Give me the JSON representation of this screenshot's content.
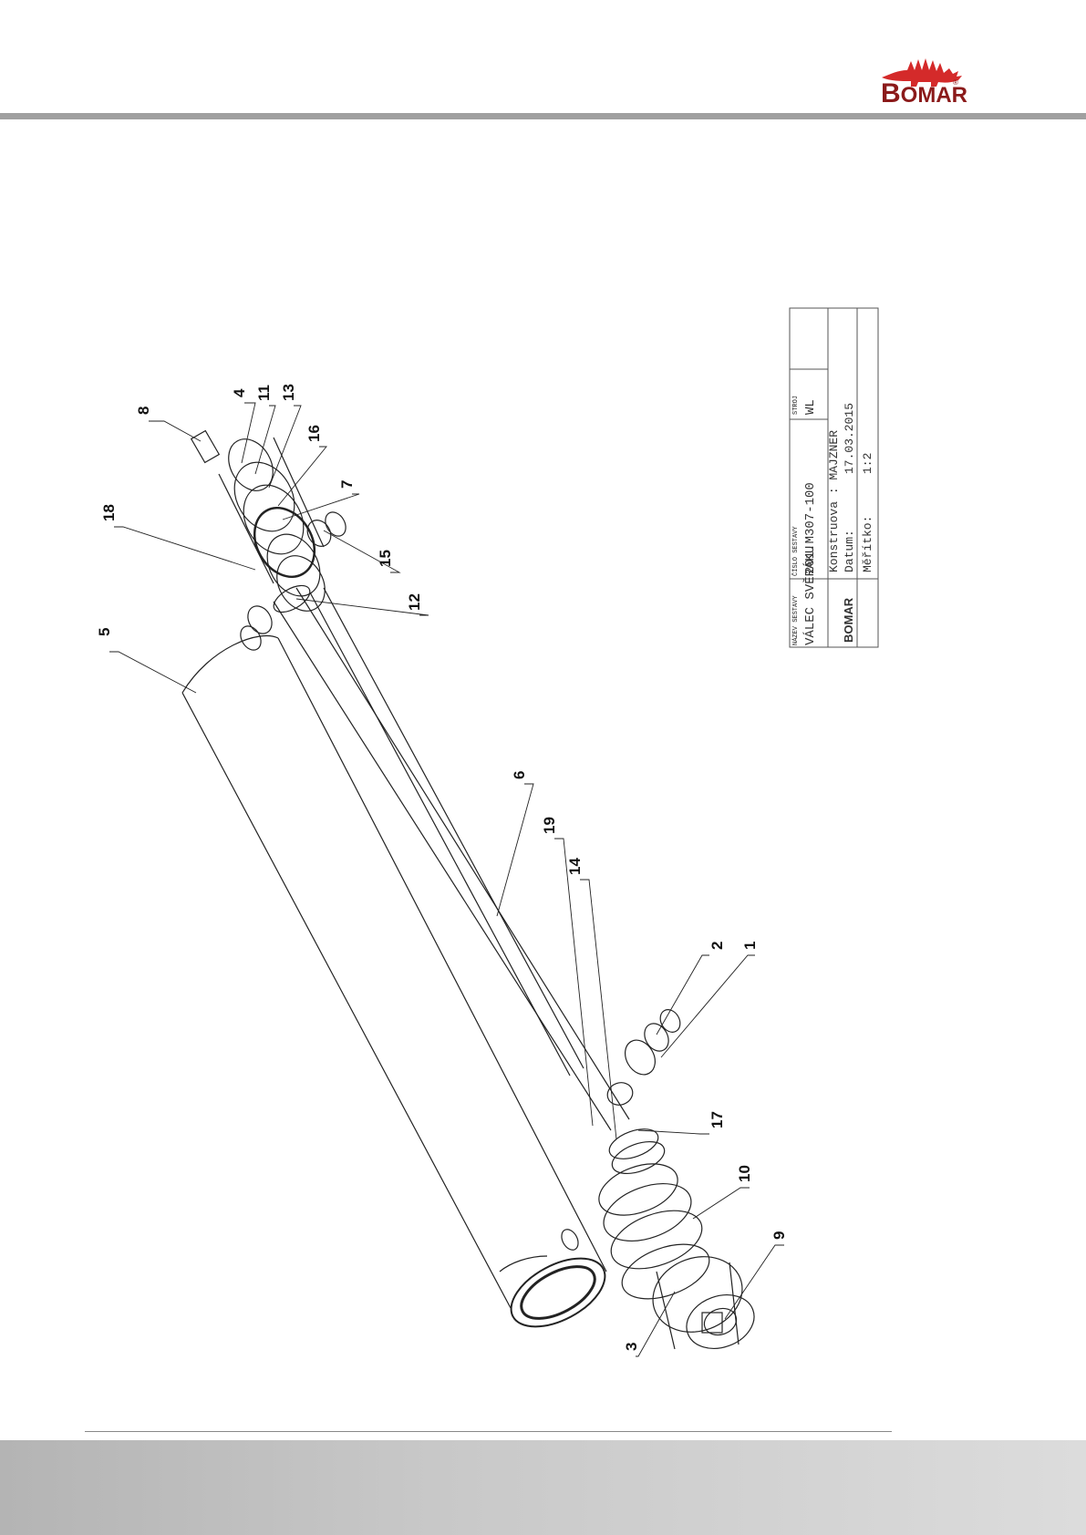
{
  "brand": {
    "name_initial": "B",
    "name_rest": "OMAR",
    "registered": "®"
  },
  "callouts": [
    {
      "id": "8",
      "label": "8"
    },
    {
      "id": "4",
      "label": "4"
    },
    {
      "id": "11",
      "label": "11"
    },
    {
      "id": "13",
      "label": "13"
    },
    {
      "id": "16",
      "label": "16"
    },
    {
      "id": "7",
      "label": "7"
    },
    {
      "id": "18",
      "label": "18"
    },
    {
      "id": "15",
      "label": "15"
    },
    {
      "id": "12",
      "label": "12"
    },
    {
      "id": "5",
      "label": "5"
    },
    {
      "id": "6",
      "label": "6"
    },
    {
      "id": "19",
      "label": "19"
    },
    {
      "id": "14",
      "label": "14"
    },
    {
      "id": "2",
      "label": "2"
    },
    {
      "id": "1",
      "label": "1"
    },
    {
      "id": "17",
      "label": "17"
    },
    {
      "id": "10",
      "label": "10"
    },
    {
      "id": "9",
      "label": "9"
    },
    {
      "id": "3",
      "label": "3"
    }
  ],
  "title_block": {
    "assembly_name_label": "NÁZEV SESTAVY",
    "assembly_name": "VÁLEC SVĚRÁKU",
    "assembly_number_label": "ČÍSLO SESTAVY",
    "assembly_number": "201.M307-100",
    "machine_label": "STROJ",
    "machine": "WL",
    "designer": "Konstruova : MAJZNER",
    "date_label": "Datum:",
    "date": "17.03.2015",
    "scale_label": "Měřítko:",
    "scale": "1:2",
    "logo_text": "BOMAR"
  },
  "colors": {
    "brand_red": "#d42a2a",
    "brand_dark": "#8b1a1a",
    "header_rule": "#a0a0a0"
  }
}
